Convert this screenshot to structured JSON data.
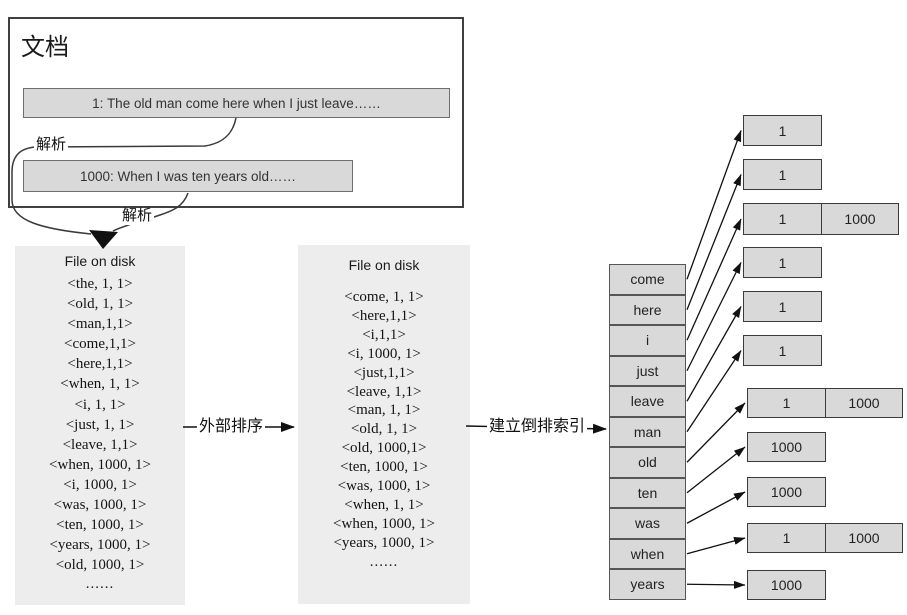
{
  "document_panel": {
    "title": "文档",
    "documents": [
      {
        "id_text": "1: The old man come here when I just leave……"
      },
      {
        "id_text": "1000: When I was ten years old……"
      }
    ]
  },
  "labels": {
    "parse_top": "解析",
    "parse_bottom": "解析",
    "external_sort": "外部排序",
    "build_inverted_index": "建立倒排索引"
  },
  "disk_file_unsorted": {
    "title": "File on disk",
    "entries": [
      "<the, 1, 1>",
      "<old, 1, 1>",
      "<man,1,1>",
      "<come,1,1>",
      "<here,1,1>",
      "<when, 1, 1>",
      "<i, 1, 1>",
      "<just, 1, 1>",
      "<leave, 1,1>",
      "<when, 1000, 1>",
      "<i, 1000, 1>",
      "<was, 1000, 1>",
      "<ten, 1000, 1>",
      "<years, 1000, 1>",
      "<old, 1000, 1>"
    ],
    "ellipsis": "......"
  },
  "disk_file_sorted": {
    "title": "File on disk",
    "entries": [
      "<come, 1, 1>",
      "<here,1,1>",
      "<i,1,1>",
      "<i, 1000, 1>",
      "<just,1,1>",
      "<leave, 1,1>",
      "<man, 1, 1>",
      "<old, 1, 1>",
      "<old, 1000,1>",
      "<ten, 1000, 1>",
      "<was, 1000, 1>",
      "<when, 1, 1>",
      "<when, 1000, 1>",
      "<years, 1000, 1>"
    ],
    "ellipsis": "......"
  },
  "inverted_index": {
    "terms": [
      {
        "term": "come",
        "postings": [
          "1"
        ]
      },
      {
        "term": "here",
        "postings": [
          "1"
        ]
      },
      {
        "term": "i",
        "postings": [
          "1",
          "1000"
        ]
      },
      {
        "term": "just",
        "postings": [
          "1"
        ]
      },
      {
        "term": "leave",
        "postings": [
          "1"
        ]
      },
      {
        "term": "man",
        "postings": [
          "1"
        ]
      },
      {
        "term": "old",
        "postings": [
          "1",
          "1000"
        ]
      },
      {
        "term": "ten",
        "postings": [
          "1000"
        ]
      },
      {
        "term": "was",
        "postings": [
          "1000"
        ]
      },
      {
        "term": "when",
        "postings": [
          "1",
          "1000"
        ]
      },
      {
        "term": "years",
        "postings": [
          "1000"
        ]
      }
    ]
  },
  "colors": {
    "box_fill": "#d9d9d9",
    "panel_fill": "#ededed",
    "line": "#1a1a1a"
  }
}
